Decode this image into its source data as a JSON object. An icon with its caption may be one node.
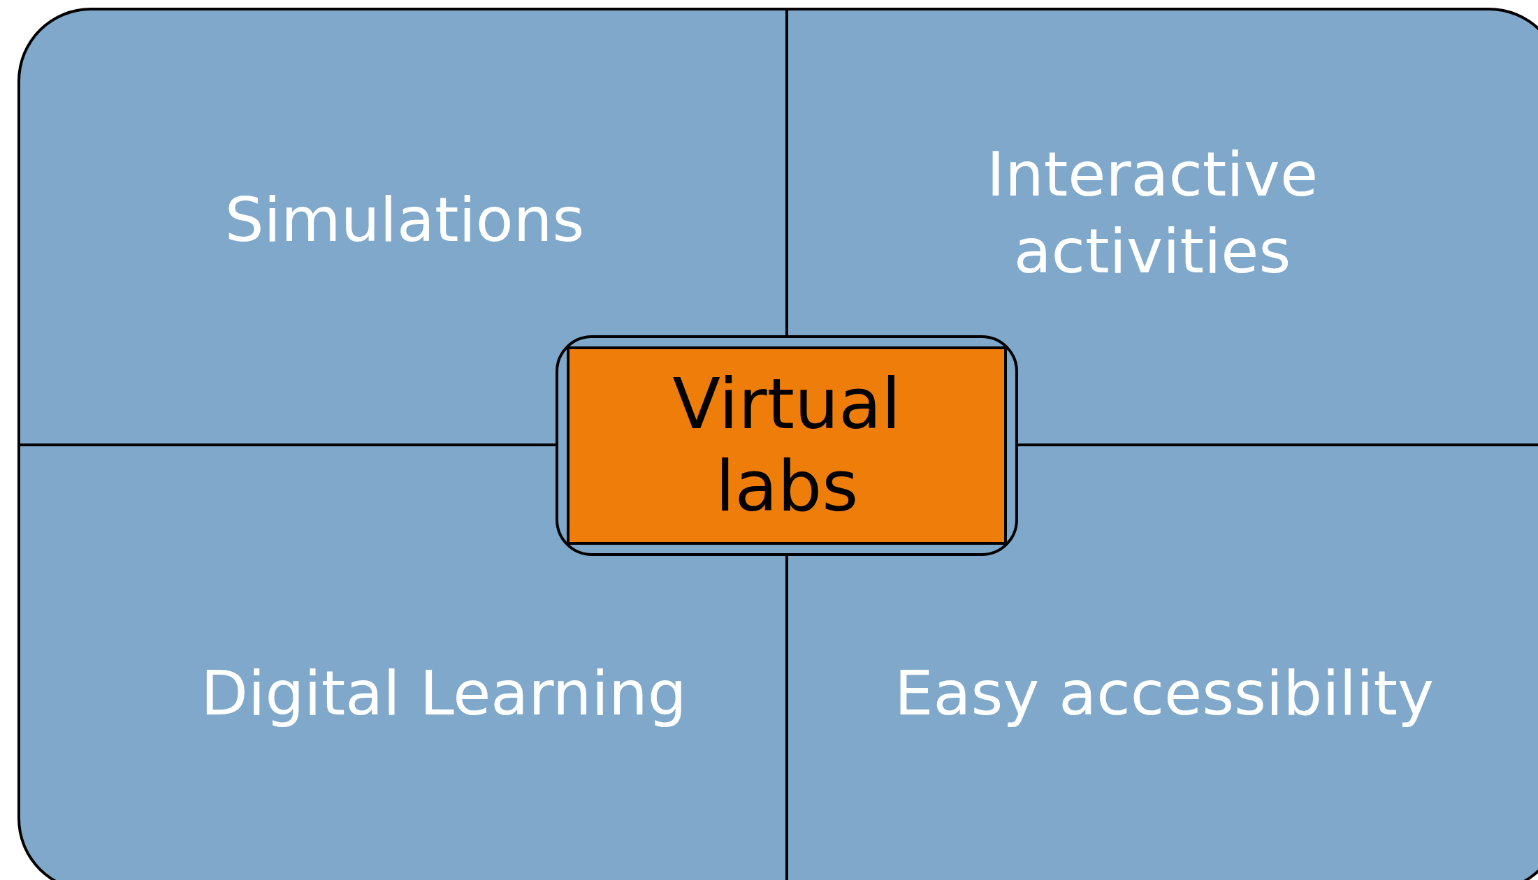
{
  "diagram": {
    "nodes": [
      {
        "text": [
          "Simulations"
        ]
      },
      {
        "text": [
          "Interactive activities"
        ]
      },
      {
        "text": [
          "Digital Learning"
        ]
      },
      {
        "text": [
          "Easy accessibility"
        ]
      },
      {
        "text": [
          "Virtual labs"
        ]
      }
    ],
    "edges": []
  }
}
